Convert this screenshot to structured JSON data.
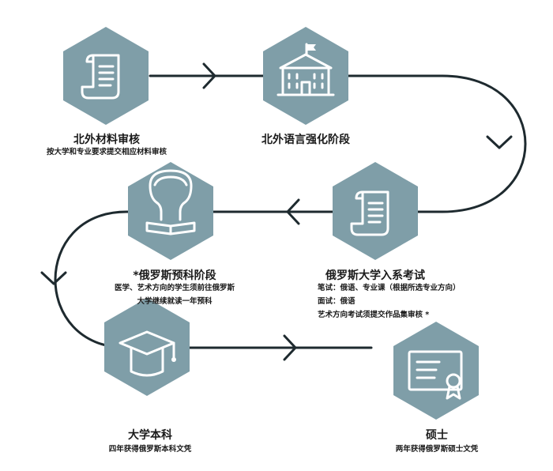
{
  "steps": {
    "bfsu_review": {
      "title": "北外材料审核",
      "desc": "按大学和专业要求提交相应材料审核",
      "icon": "document-icon"
    },
    "bfsu_language": {
      "title": "北外语言强化阶段",
      "icon": "university-building-icon"
    },
    "russia_entrance": {
      "title": "俄罗斯大学入系考试",
      "desc_lines": [
        "笔试：俄语、专业课（根据所选专业方向）",
        "面试：俄语",
        "艺术方向考试须提交作品集审核 *"
      ],
      "icon": "document-icon"
    },
    "russia_prep": {
      "title": "*俄罗斯预科阶段",
      "desc_lines": [
        "医学、艺术方向的学生须前往俄罗斯",
        "大学继续就读一年预科"
      ],
      "icon": "student-reading-icon"
    },
    "bachelor": {
      "title": "大学本科",
      "desc": "四年获得俄罗斯本科文凭",
      "icon": "graduation-cap-icon"
    },
    "master": {
      "title": "硕士",
      "desc": "两年获得俄罗斯硕士文凭",
      "icon": "diploma-certificate-icon"
    }
  },
  "colors": {
    "hexagon": "#7f9ea8",
    "connector": "#1e2a2f",
    "text": "#1a1a1a",
    "icon": "#ffffff"
  }
}
